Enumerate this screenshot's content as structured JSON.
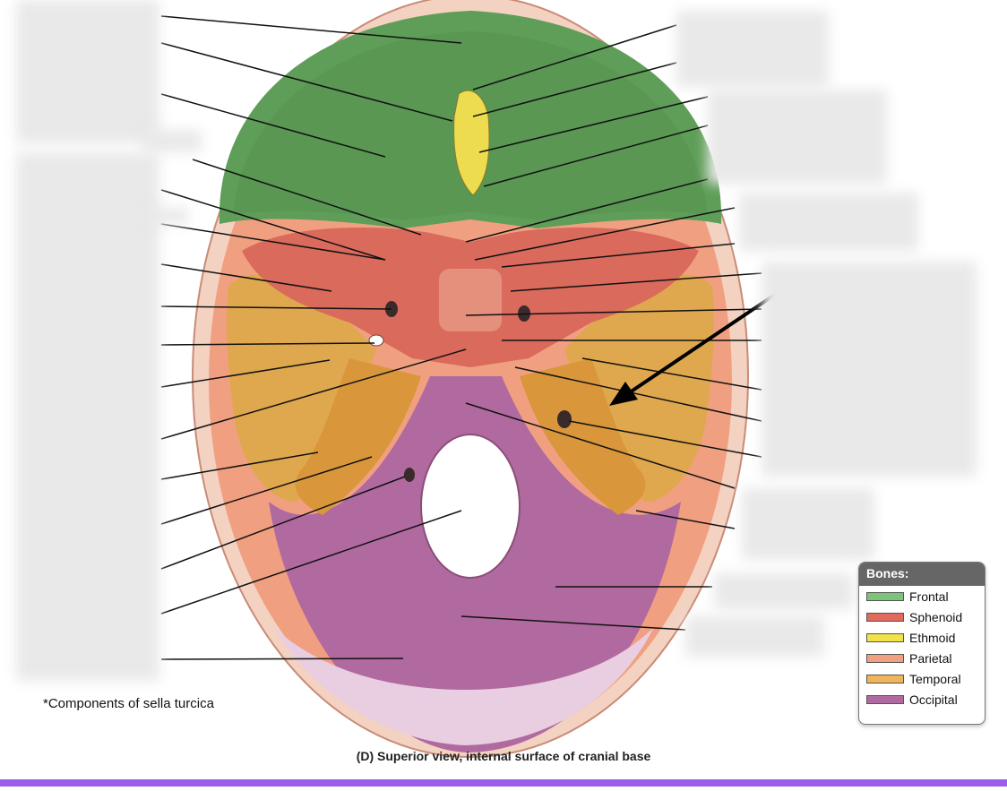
{
  "footnote": "*Components of sella turcica",
  "caption": "(D) Superior view, internal surface of cranial base",
  "legend": {
    "title": "Bones:",
    "items": [
      {
        "label": "Frontal",
        "color": "#7cc47a"
      },
      {
        "label": "Sphenoid",
        "color": "#e06a5c"
      },
      {
        "label": "Ethmoid",
        "color": "#f2e24a"
      },
      {
        "label": "Parietal",
        "color": "#f0a080"
      },
      {
        "label": "Temporal",
        "color": "#f0b45a"
      },
      {
        "label": "Occipital",
        "color": "#b06aa0"
      }
    ]
  },
  "colors": {
    "frontal": "#63a85c",
    "frontal_light": "#86c27e",
    "sphenoid": "#d96a5c",
    "ethmoid": "#eedc50",
    "parietal": "#efa07e",
    "temporal": "#dfa64c",
    "occipital": "#b27098",
    "occipital_light": "#c98bb5",
    "bone_rim": "#f6d6c8",
    "accent_bar": "#9b5de5"
  }
}
